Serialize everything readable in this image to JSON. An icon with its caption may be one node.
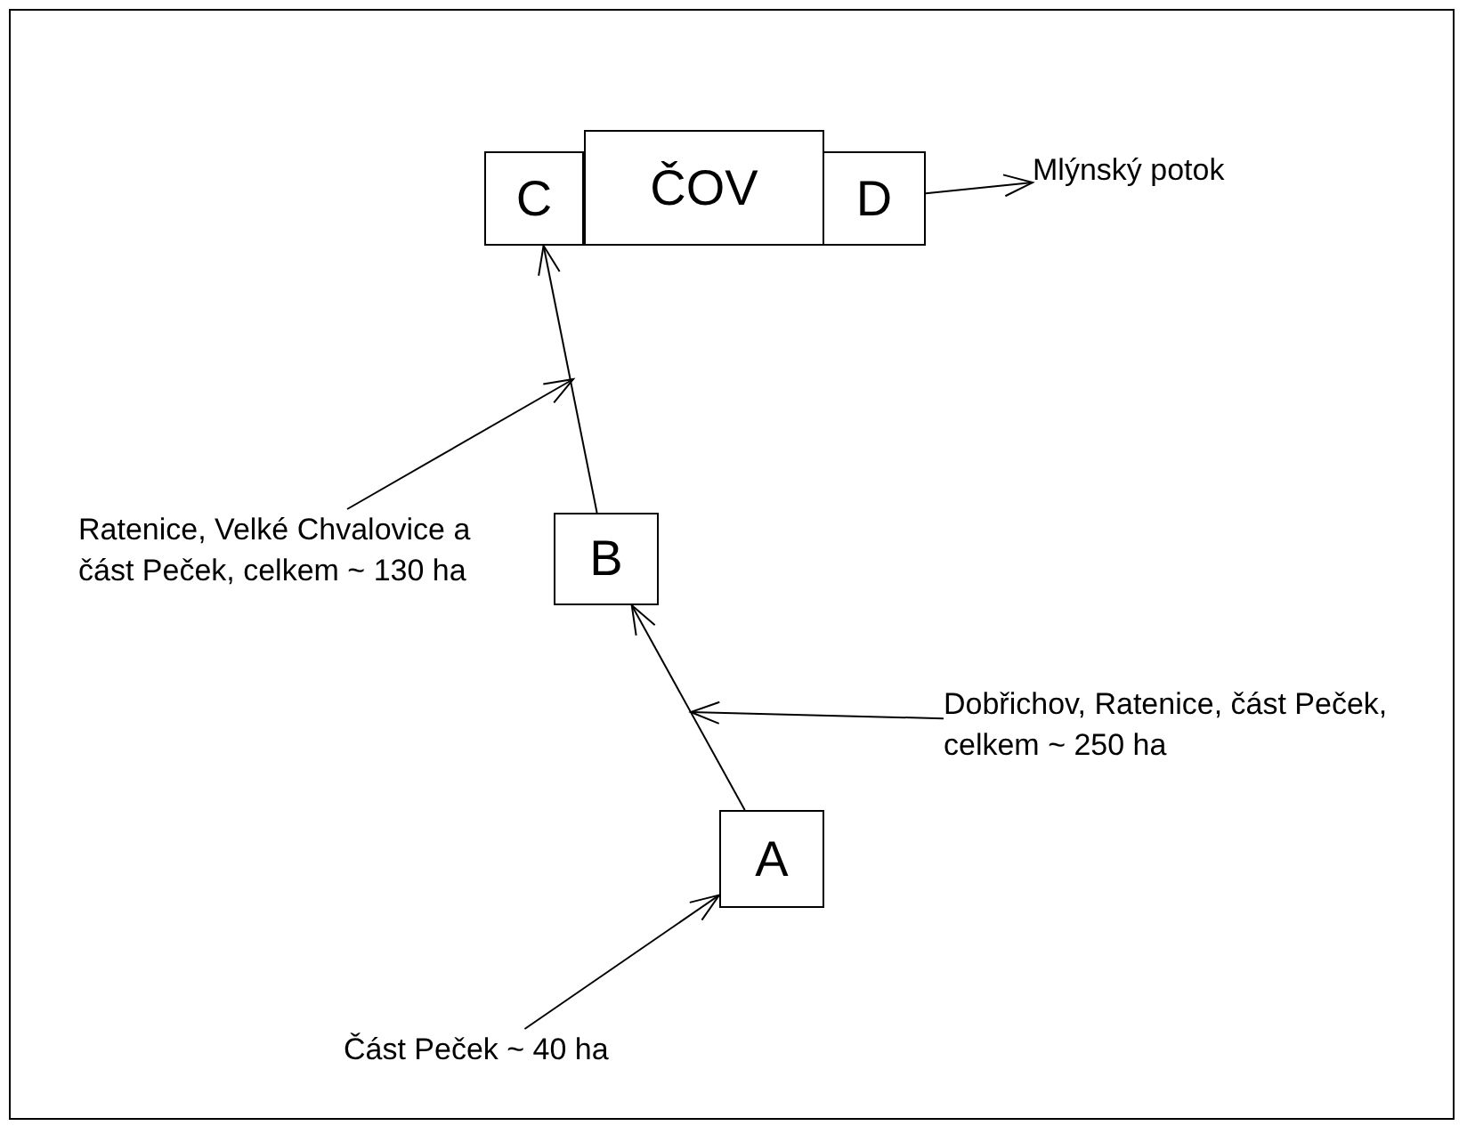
{
  "diagram": {
    "nodes": [
      {
        "text": [
          "C"
        ]
      },
      {
        "text": [
          "ČOV"
        ]
      },
      {
        "text": [
          "D"
        ]
      },
      {
        "text": [
          "Mlýnský potok"
        ]
      },
      {
        "text": [
          "B"
        ]
      },
      {
        "text": [
          "Ratenice, Velké Chvalovice a část Peček, celkem ~ 130 ha"
        ]
      },
      {
        "text": [
          "A"
        ]
      },
      {
        "text": [
          "Dobřichov, Ratenice, část Peček, celkem ~ 250 ha"
        ]
      },
      {
        "text": [
          "Část Peček ~ 40 ha"
        ]
      }
    ],
    "edges": [
      {
        "from": 2,
        "to": 3,
        "arrow": "to"
      },
      {
        "from": 4,
        "to": 0,
        "arrow": "to"
      },
      {
        "from": 5,
        "to": null,
        "arrow": "to"
      },
      {
        "from": 6,
        "to": 4,
        "arrow": "to"
      },
      {
        "from": 7,
        "to": null,
        "arrow": "to"
      },
      {
        "from": 8,
        "to": 6,
        "arrow": "to"
      }
    ]
  }
}
